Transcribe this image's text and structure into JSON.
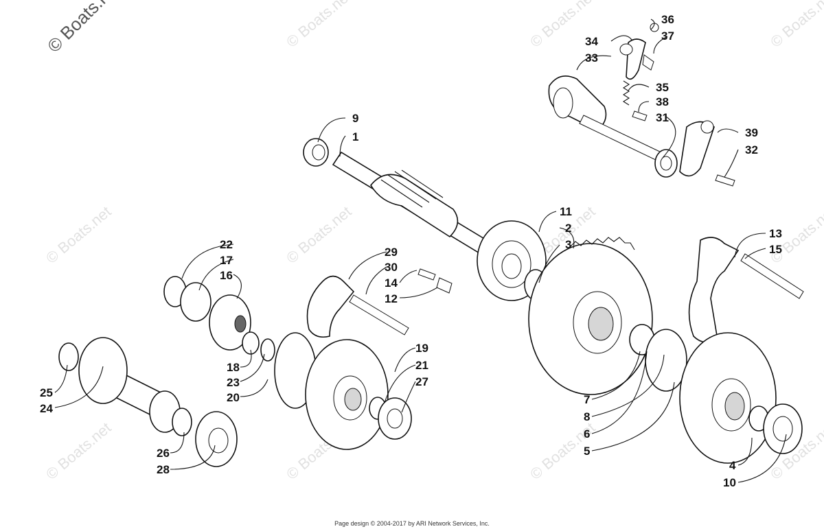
{
  "watermarks": {
    "main": "© Boats.net",
    "repeat": "© Boats.net"
  },
  "footer": {
    "credit": "Page design © 2004-2017 by ARI Network Services, Inc."
  },
  "callouts": [
    "1",
    "2",
    "3",
    "4",
    "5",
    "6",
    "7",
    "8",
    "9",
    "10",
    "11",
    "12",
    "13",
    "14",
    "15",
    "16",
    "17",
    "18",
    "19",
    "20",
    "21",
    "22",
    "23",
    "24",
    "25",
    "26",
    "27",
    "28",
    "29",
    "30",
    "31",
    "32",
    "33",
    "34",
    "35",
    "36",
    "37",
    "38",
    "39"
  ]
}
